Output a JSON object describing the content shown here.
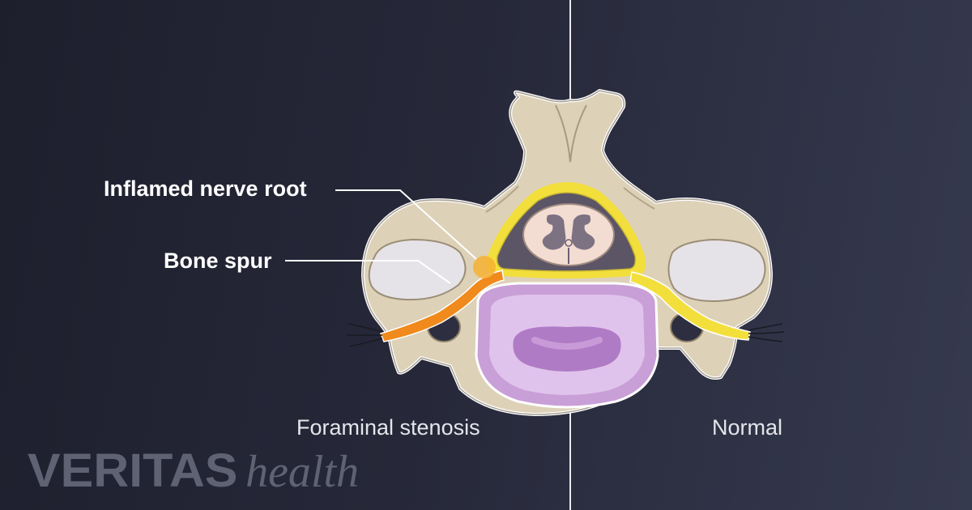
{
  "labels": {
    "inflamed_nerve_root": "Inflamed nerve root",
    "bone_spur": "Bone spur"
  },
  "captions": {
    "left": "Foraminal stenosis",
    "right": "Normal"
  },
  "logo": {
    "brand": "VERITAS",
    "sub": "health"
  },
  "colors": {
    "background_dark": "#1e1f2d",
    "background_light": "#363a4f",
    "bone": "#ddd1b8",
    "nerve_normal": "#f3df3c",
    "nerve_inflamed": "#f08a1c",
    "disc": "#d9b6e6",
    "spinal_cord": "#f3ddd2",
    "canal": "#5b5566"
  }
}
